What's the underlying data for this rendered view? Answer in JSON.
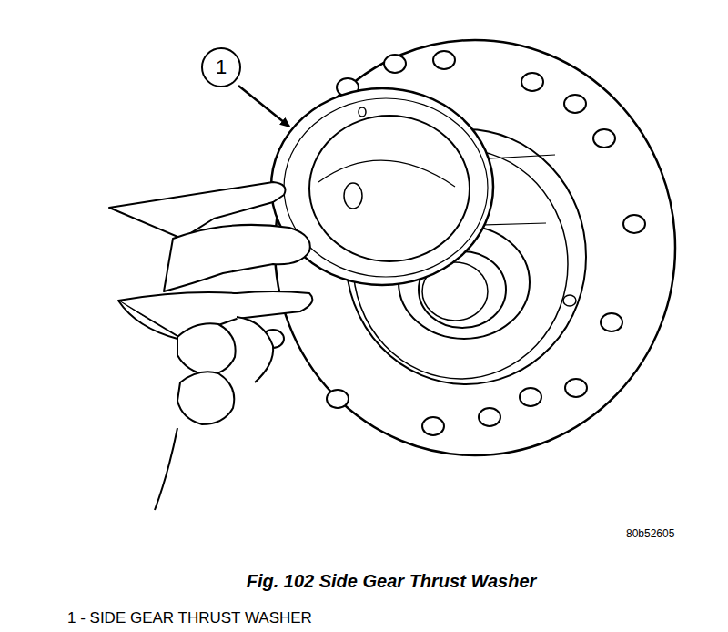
{
  "diagram": {
    "caption": "Fig. 102 Side Gear Thrust Washer",
    "nodes": [
      {
        "text": [
          "1"
        ]
      }
    ],
    "labels": [
      "80b52605",
      "1 - SIDE GEAR THRUST WASHER"
    ]
  }
}
